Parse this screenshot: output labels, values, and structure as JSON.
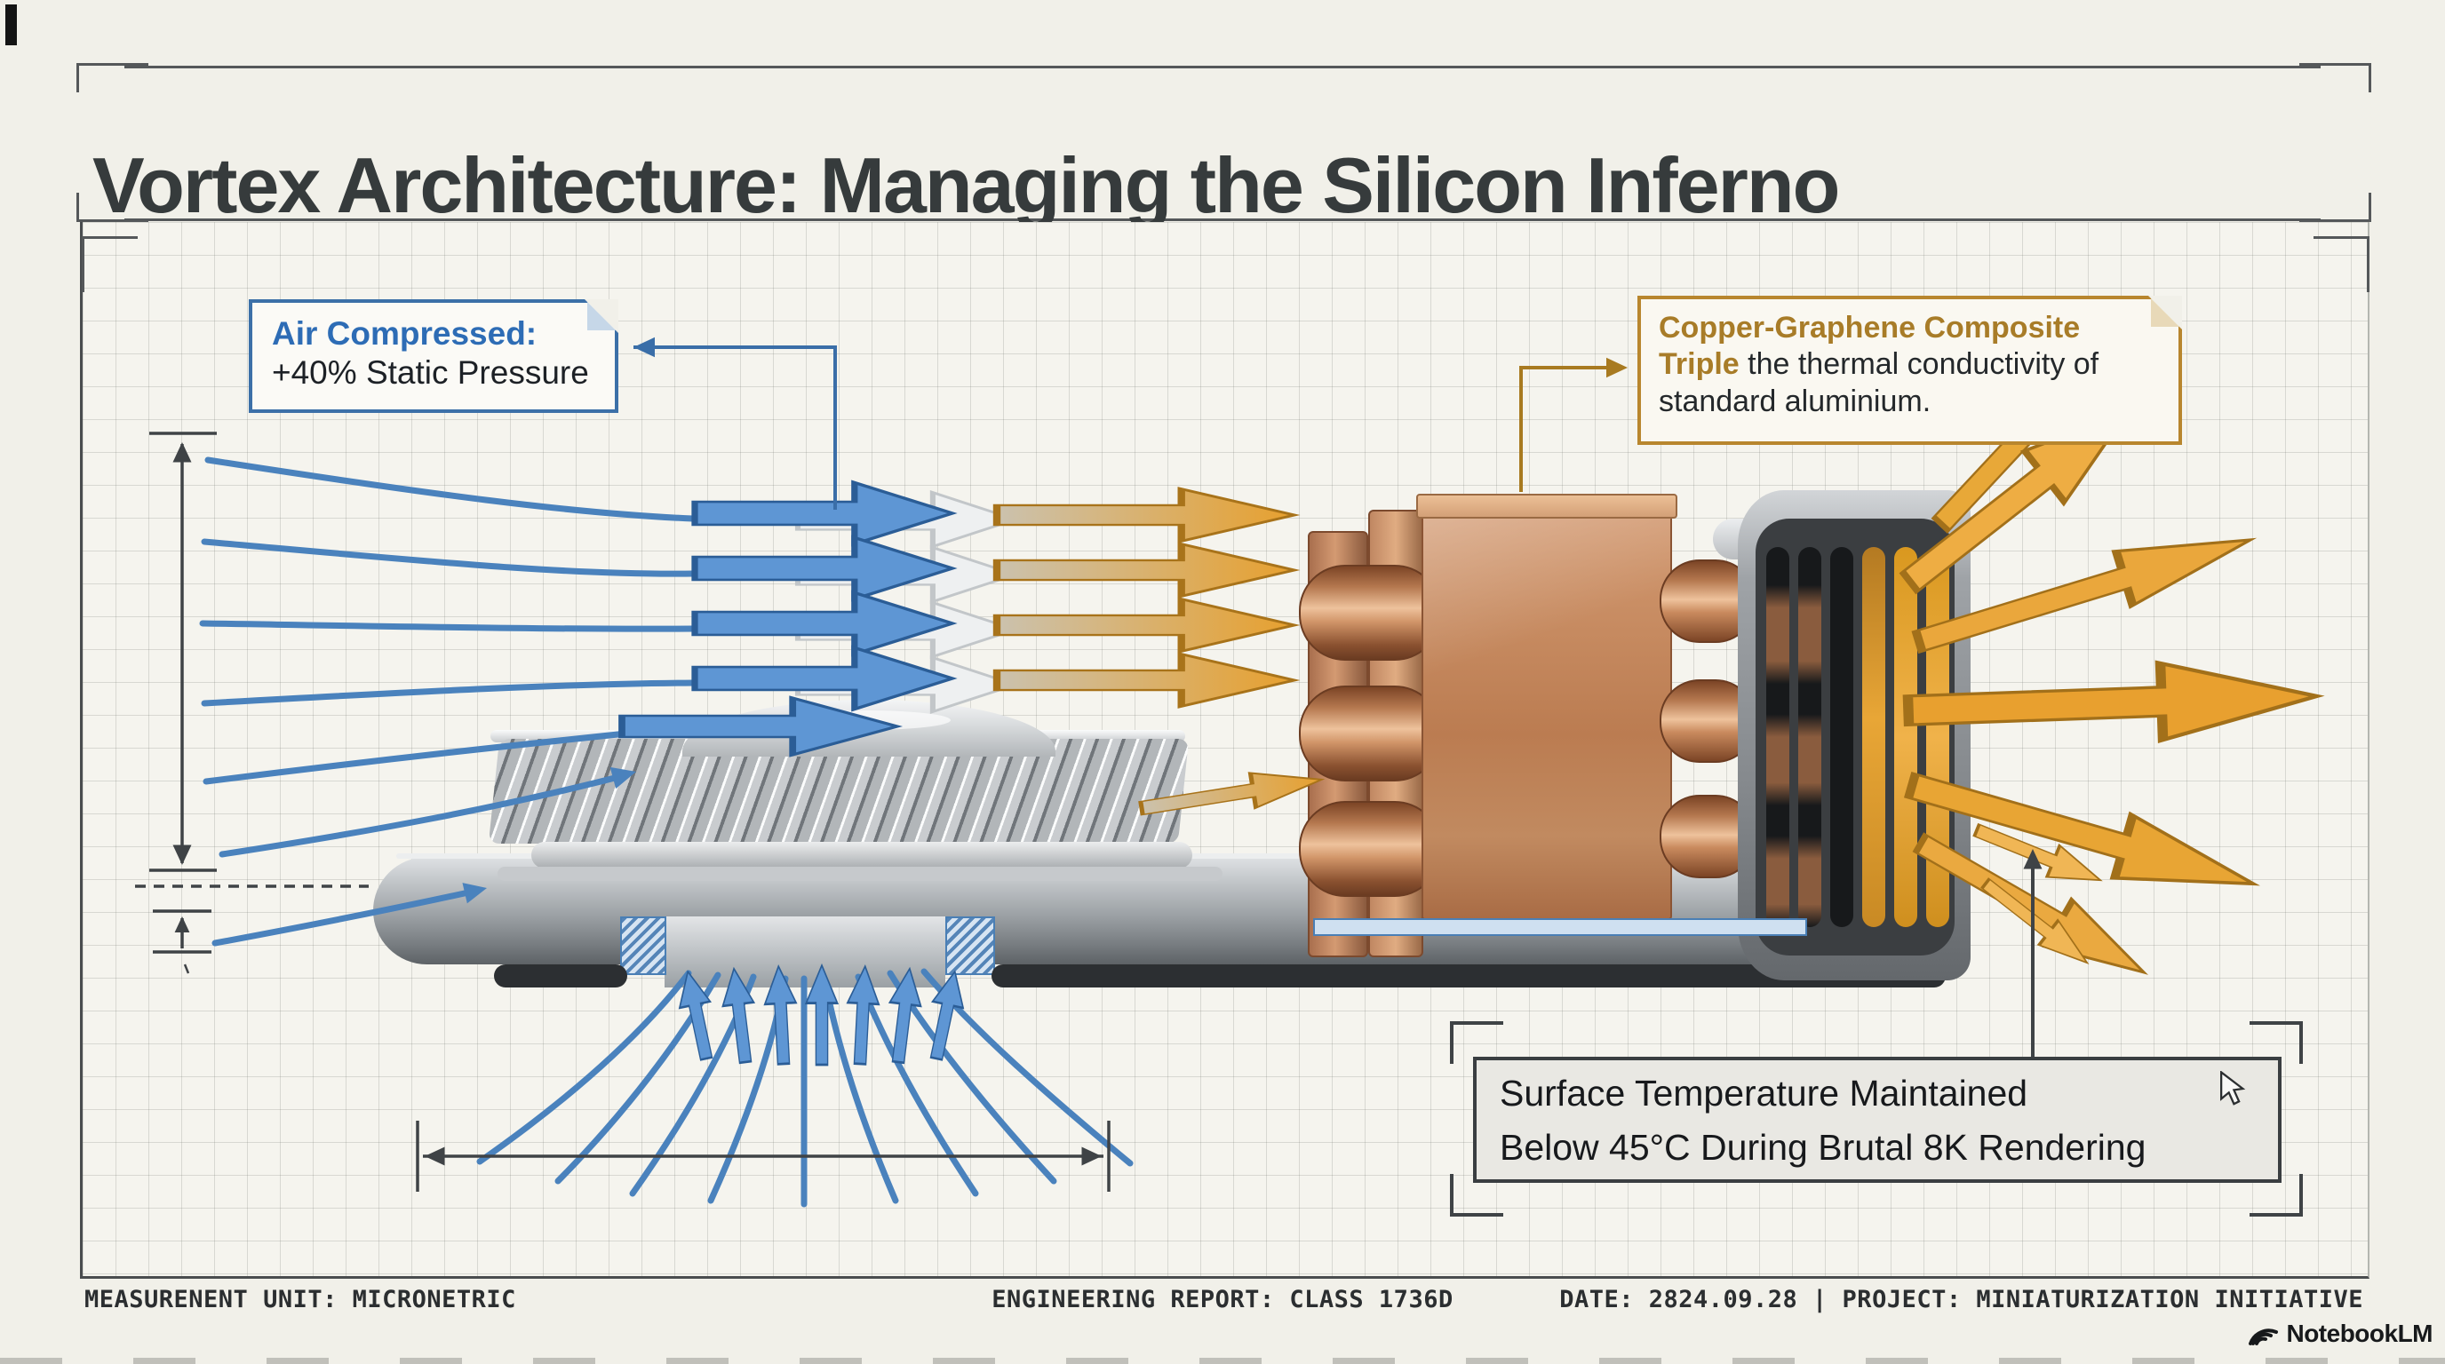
{
  "title": "Vortex Architecture: Managing the Silicon Inferno",
  "callouts": {
    "air_compressed": {
      "heading": "Air Compressed:",
      "body": "+40% Static Pressure",
      "accent": "#2d6cb5"
    },
    "copper_graphene": {
      "heading": "Copper-Graphene Composite Triple",
      "body": " the thermal conductivity of standard aluminium.",
      "accent": "#a87c28"
    },
    "surface_temp": {
      "line1": "Surface Temperature Maintained",
      "line2": "Below 45°C During Brutal 8K Rendering"
    }
  },
  "footer": {
    "left": "MEASURENENT UNIT: MICRONETRIC",
    "center": "ENGINEERING REPORT: CLASS 1736D",
    "right": "DATE: 2824.09.28 | PROJECT: MINIATURIZATION INITIATIVE"
  },
  "brand": {
    "name": "NotebookLM",
    "icon": "notebooklm-swirl-icon"
  },
  "diagram": {
    "style": "blueprint-grid",
    "flow_in_color": "#5e96d4",
    "flow_out_color": "#e9a93f",
    "icons": {
      "fan": "radial-blower-fan",
      "heatsink": "copper-heatpipe-block",
      "exhaust": "exhaust-grille",
      "base": "chassis-baseplate",
      "cursor": "pointer-cursor-icon",
      "fold": "dog-ear-fold"
    }
  },
  "colors": {
    "page_bg": "#f1f0e9",
    "ink": "#33383a",
    "grid": "#d8d9d2",
    "accent_blue": "#3c70a8",
    "accent_gold": "#b8862e",
    "flow_blue": "#5e96d4",
    "flow_orange": "#e9a93f",
    "copper": "#c08762"
  }
}
